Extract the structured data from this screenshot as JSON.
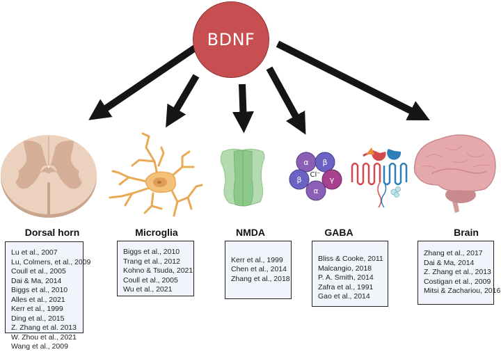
{
  "hub": {
    "label": "BDNF",
    "color": "#c84f51"
  },
  "arrow_color": "#151515",
  "targets": [
    {
      "name": "Dorsal horn",
      "illustration": "spinal-cord-cross-section",
      "references": [
        "Lu et al., 2007",
        "Lu, Colmers, et al., 2009",
        "Coull et al., 2005",
        "Dai & Ma, 2014",
        "Biggs et al., 2010",
        "Alles et al., 2021",
        "Kerr et al., 1999",
        "Ding et al., 2015",
        "Z. Zhang et al. 2013",
        "W. Zhou et al., 2021",
        "Wang et al., 2009"
      ]
    },
    {
      "name": "Microglia",
      "illustration": "microglia-cell",
      "references": [
        "Biggs et al., 2010",
        "Trang et al., 2012",
        "Kohno & Tsuda, 2021",
        "Coull et al., 2005",
        "Wu et al., 2021"
      ]
    },
    {
      "name": "NMDA",
      "illustration": "nmda-receptor-channel",
      "references": [
        "Kerr et al., 1999",
        "Chen et al., 2014",
        "Zhang et al., 2018"
      ]
    },
    {
      "name": "GABA",
      "illustration": "gaba-receptors",
      "subunits": [
        "α",
        "β",
        "β",
        "γ",
        "α"
      ],
      "ion_label": "Cl⁻",
      "references": [
        "Bliss & Cooke, 2011",
        "Malcangio, 2018",
        "P. A. Smith, 2014",
        "Zafra et al., 1991",
        "Gao et al., 2014"
      ]
    },
    {
      "name": "Brain",
      "illustration": "brain-side-view",
      "references": [
        "Zhang et al., 2017",
        "Dai & Ma, 2014",
        "Z. Zhang et al., 2013",
        "Costigan et al., 2009",
        "Mitsi & Zachariou, 2016"
      ]
    }
  ]
}
